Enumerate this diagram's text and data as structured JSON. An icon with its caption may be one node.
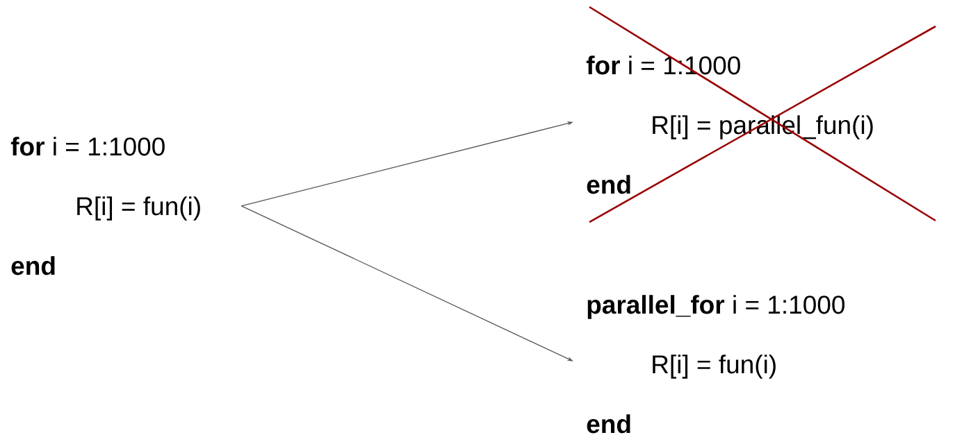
{
  "diagram": {
    "nodes": [
      {
        "text": [
          "**for** i = 1:1000",
          "R[i] = fun(i)",
          "end"
        ]
      },
      {
        "text": [
          "**for** i = 1:1000",
          "R[i] = parallel_fun(i)",
          "end"
        ]
      },
      {
        "text": [
          "**parallel_for** i = 1:1000",
          "R[i] = fun(i)",
          "end"
        ]
      }
    ],
    "edges": [
      {
        "from": 0,
        "to": 1,
        "arrow": "to"
      },
      {
        "from": 0,
        "to": 2,
        "arrow": "to"
      }
    ]
  }
}
